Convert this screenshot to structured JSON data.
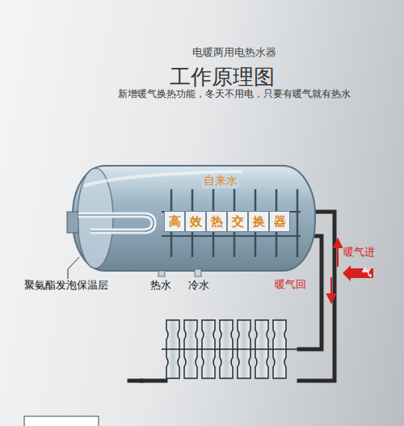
{
  "diagram": {
    "title": "工作原理图",
    "nodes": [
      {
        "text": [
          "自来水"
        ]
      },
      {
        "text": [
          "高"
        ],
        "in": 0
      },
      {
        "text": [
          "效"
        ],
        "in": 0
      },
      {
        "text": [
          "热"
        ],
        "in": 0
      },
      {
        "text": [
          "交"
        ],
        "in": 0
      },
      {
        "text": [
          "换"
        ],
        "in": 0
      },
      {
        "text": [
          "器"
        ],
        "in": 0
      },
      {
        "text": [
          "气"
        ]
      }
    ],
    "labels": [
      "电暖两用电热水器",
      "新增暖气换热功能，冬天不用电，只要有暖气就有热水",
      "聚氨酯发泡保温层",
      "热水",
      "冷水",
      "暖气进",
      "暖气回"
    ]
  }
}
